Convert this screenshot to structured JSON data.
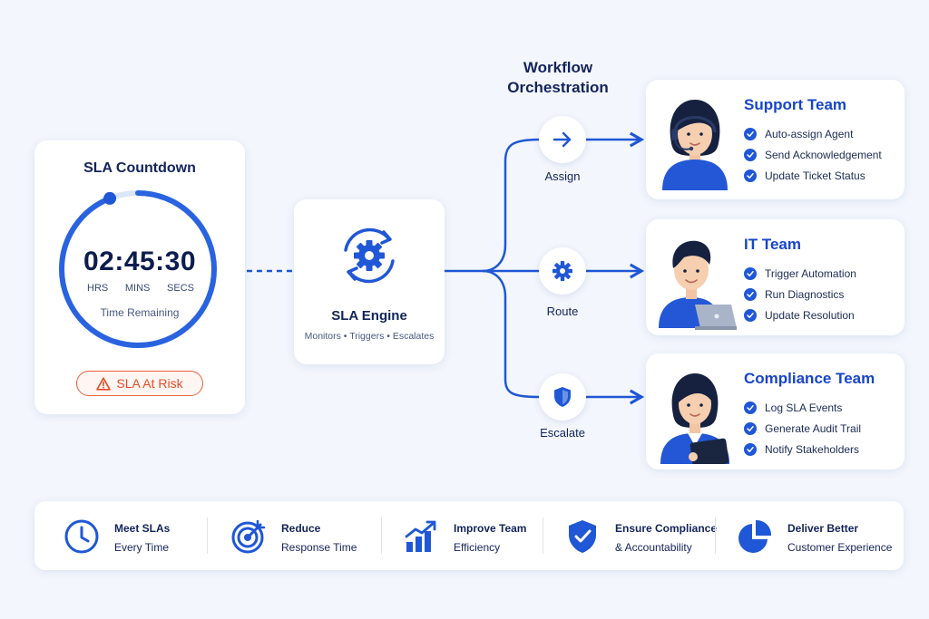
{
  "sla": {
    "title": "SLA Countdown",
    "time": "02:45:30",
    "units": [
      "HRS",
      "MINS",
      "SECS"
    ],
    "remaining_label": "Time Remaining",
    "status": "SLA At Risk",
    "progress": 0.94
  },
  "engine": {
    "name": "SLA Engine",
    "subtitle": "Monitors • Triggers • Escalates"
  },
  "workflow": {
    "title_line1": "Workflow",
    "title_line2": "Orchestration",
    "steps": [
      {
        "label": "Assign",
        "icon": "arrow-right-icon"
      },
      {
        "label": "Route",
        "icon": "gear-icon"
      },
      {
        "label": "Escalate",
        "icon": "shield-icon"
      }
    ]
  },
  "teams": [
    {
      "name": "Support Team",
      "items": [
        "Auto-assign Agent",
        "Send Acknowledgement",
        "Update Ticket Status"
      ]
    },
    {
      "name": "IT Team",
      "items": [
        "Trigger Automation",
        "Run Diagnostics",
        "Update Resolution"
      ]
    },
    {
      "name": "Compliance Team",
      "items": [
        "Log SLA Events",
        "Generate Audit Trail",
        "Notify Stakeholders"
      ]
    }
  ],
  "benefits": [
    {
      "line1": "Meet SLAs",
      "line2": "Every Time",
      "icon": "clock-icon"
    },
    {
      "line1": "Reduce",
      "line2": "Response Time",
      "icon": "target-icon"
    },
    {
      "line1": "Improve Team",
      "line2": "Efficiency",
      "icon": "growth-chart-icon"
    },
    {
      "line1": "Ensure Compliance",
      "line2": "& Accountability",
      "icon": "shield-check-icon"
    },
    {
      "line1": "Deliver Better",
      "line2": "Customer Experience",
      "icon": "pie-chart-icon"
    }
  ],
  "colors": {
    "primary": "#1f57d6",
    "dark_text": "#13245a",
    "risk": "#e04f2a",
    "background": "#f3f6fc"
  }
}
